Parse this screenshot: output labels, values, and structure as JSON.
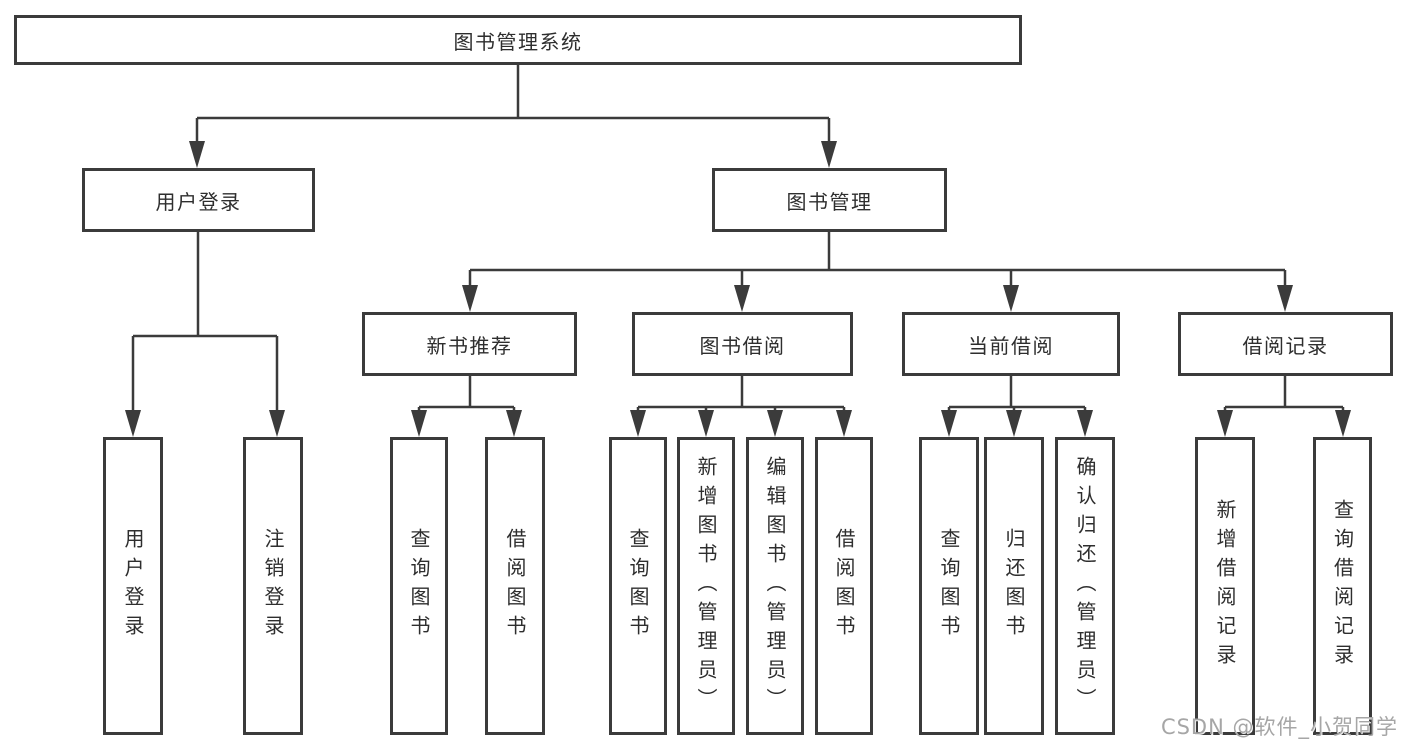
{
  "colors": {
    "line": "#3b3b3b",
    "box_border": "#3b3b3b",
    "box_fill": "#ffffff",
    "text": "#2e2e2e",
    "watermark": "#a6a6a6"
  },
  "tree": {
    "root": {
      "label": "图书管理系统",
      "children": [
        {
          "label": "用户登录",
          "children": [
            {
              "label": "用户登录"
            },
            {
              "label": "注销登录"
            }
          ]
        },
        {
          "label": "图书管理",
          "children": [
            {
              "label": "新书推荐",
              "children": [
                {
                  "label": "查询图书"
                },
                {
                  "label": "借阅图书"
                }
              ]
            },
            {
              "label": "图书借阅",
              "children": [
                {
                  "label": "查询图书"
                },
                {
                  "label": "新增图书（管理员）"
                },
                {
                  "label": "编辑图书（管理员）"
                },
                {
                  "label": "借阅图书"
                }
              ]
            },
            {
              "label": "当前借阅",
              "children": [
                {
                  "label": "查询图书"
                },
                {
                  "label": "归还图书"
                },
                {
                  "label": "确认归还（管理员）"
                }
              ]
            },
            {
              "label": "借阅记录",
              "children": [
                {
                  "label": "新增借阅记录"
                },
                {
                  "label": "查询借阅记录"
                }
              ]
            }
          ]
        }
      ]
    }
  },
  "watermark": {
    "text": "CSDN @软件_小贺同学"
  }
}
